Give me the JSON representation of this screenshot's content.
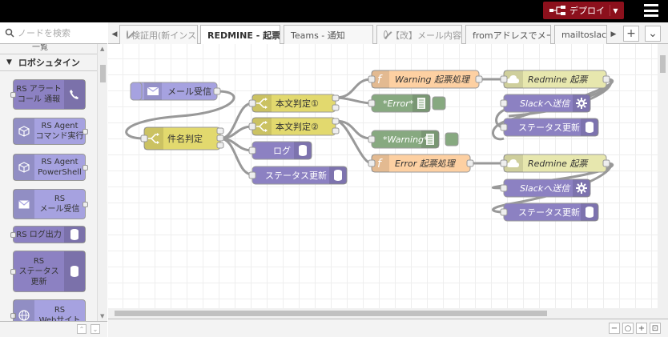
{
  "header": {
    "deploy_label": "デプロイ",
    "deploy_icon": "deploy-icon",
    "menu_icon": "hamburger-menu-icon"
  },
  "palette": {
    "search_placeholder": "ノードを検索",
    "prev_category_tail": "一覧",
    "category": "ロボシュタイン",
    "nodes": [
      {
        "label": "RS アラート\nコール 通報",
        "icon": "phone-icon"
      },
      {
        "label": "RS Agent\nコマンド実行",
        "icon": "cube-icon"
      },
      {
        "label": "RS Agent\nPowerShell",
        "icon": "cube-icon"
      },
      {
        "label": "RS\nメール受信",
        "icon": "envelope-icon"
      },
      {
        "label": "RS ログ出力",
        "icon": "database-icon"
      },
      {
        "label": "RS\nステータス\n更新",
        "icon": "database-icon"
      },
      {
        "label": "RS\nWebサイト",
        "icon": "globe-icon"
      }
    ]
  },
  "tabs": [
    {
      "label": "検証用(新インスタ",
      "disabled": true
    },
    {
      "label": "REDMINE - 起票",
      "active": true
    },
    {
      "label": "Teams - 通知"
    },
    {
      "label": "【改】メール内容",
      "disabled": true
    },
    {
      "label": "fromアドレスでメー"
    },
    {
      "label": "mailtoslack"
    }
  ],
  "flow": {
    "nodes": {
      "mail": "メール受信",
      "subject": "件名判定",
      "body1": "本文判定①",
      "body2": "本文判定②",
      "log": "ログ",
      "status_mid": "ステータス更新",
      "warn_fn": "Warning 起票処理",
      "error_dbg": "*Error*",
      "warning_dbg": "*Warning*",
      "error_fn": "Error 起票処理",
      "redmine1": "Redmine 起票",
      "slack1": "Slackへ送信",
      "status1": "ステータス更新",
      "redmine2": "Redmine 起票",
      "slack2": "Slackへ送信",
      "status2": "ステータス更新"
    }
  },
  "colors": {
    "header": "#000000",
    "deploy": "#8c101c",
    "email": "#a6a2e0",
    "switch": "#e2d96e",
    "status": "#8c81c2",
    "function": "#fdd0a2",
    "debug": "#87a980",
    "redmine": "#e7e7ae"
  }
}
